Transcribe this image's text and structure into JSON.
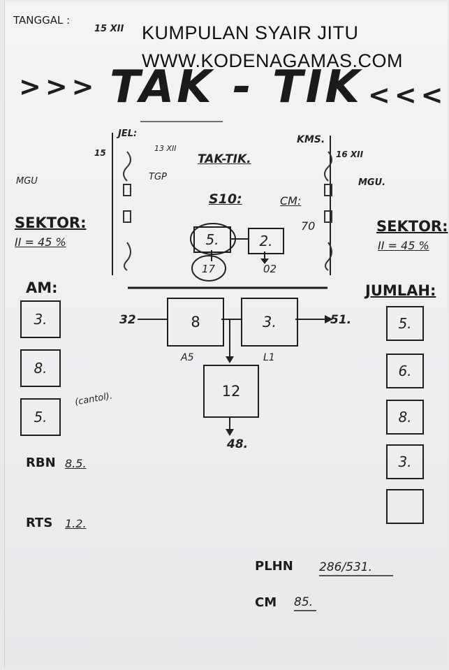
{
  "header": {
    "tanggal_label": "TANGGAL :",
    "tanggal_value": "15 XII",
    "overlay_line1": "KUMPULAN SYAIR JITU",
    "overlay_line2": "WWW.KODENAGAMAS.COM"
  },
  "title": {
    "left_arrows": ">>>",
    "text": "TAK - TIK",
    "right_arrows": "<<<"
  },
  "left_panel": {
    "mgu": "MGU",
    "sektor_label": "SEKTOR:",
    "sektor_value": "II = 45 %",
    "am_label": "AM:",
    "am_boxes": [
      "3.",
      "8.",
      "5."
    ],
    "cantol_note": "(cantol).",
    "rbn_label": "RBN",
    "rbn_value": "8.5.",
    "rts_label": "RTS",
    "rts_value": "1.2."
  },
  "center": {
    "jel_label": "JEL:",
    "jel_num": "15",
    "jel_date": "13 XII",
    "tak_tik": "TAK-TIK.",
    "tgp": "TGP",
    "s10_label": "S10:",
    "cm_label": "CM:",
    "cm_value": "70",
    "small_boxes": [
      "5.",
      "2."
    ],
    "small_outputs": [
      "17",
      "02"
    ],
    "main_boxes": [
      "8",
      "3."
    ],
    "left_input": "32",
    "right_output": "51.",
    "under_left": "A5",
    "under_right": "L1",
    "bottom_box": "12",
    "bottom_output": "48."
  },
  "right_panel": {
    "kms_label": "KMS.",
    "kms_date": "16 XII",
    "mgu": "MGU.",
    "sektor_label": "SEKTOR:",
    "sektor_value": "II = 45 %",
    "jumlah_label": "JUMLAH:",
    "jumlah_boxes": [
      "5.",
      "6.",
      "8.",
      "3.",
      ""
    ]
  },
  "footer": {
    "plhn_label": "PLHN",
    "plhn_value": "286/531.",
    "cm_label": "CM",
    "cm_value": "85."
  }
}
